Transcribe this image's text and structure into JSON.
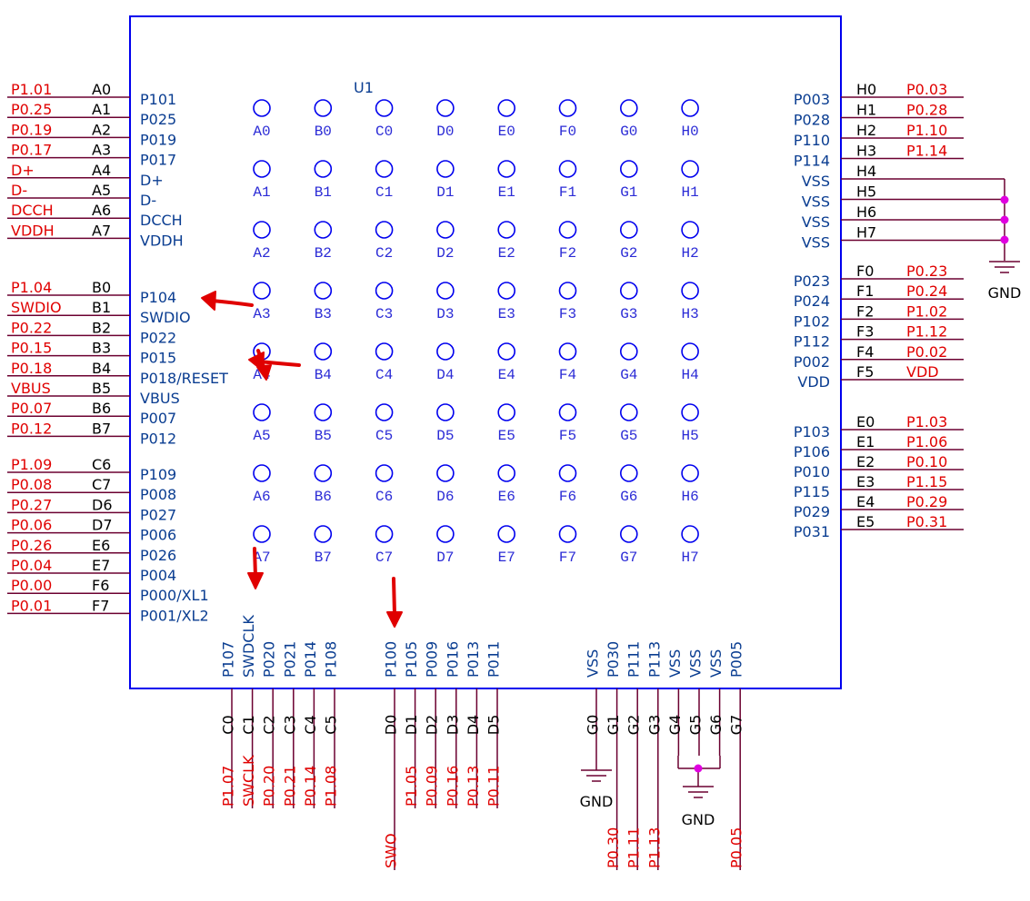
{
  "part": {
    "ref": "U1",
    "body_color": "#0000ee"
  },
  "colors": {
    "net": "#e00000",
    "wire": "#6b0030",
    "pin_text": "#000000",
    "symbol_text": "#0a3d91",
    "grid_text": "#2b2bd6",
    "junction": "#e000e0",
    "annotation": "#e00000"
  },
  "grid": {
    "columns": [
      "A",
      "B",
      "C",
      "D",
      "E",
      "F",
      "G",
      "H"
    ],
    "rows": [
      "0",
      "1",
      "2",
      "3",
      "4",
      "5",
      "6",
      "7"
    ]
  },
  "left_pins": [
    {
      "net": "P1.01",
      "pin": "A0",
      "sym": "P101"
    },
    {
      "net": "P0.25",
      "pin": "A1",
      "sym": "P025"
    },
    {
      "net": "P0.19",
      "pin": "A2",
      "sym": "P019"
    },
    {
      "net": "P0.17",
      "pin": "A3",
      "sym": "P017"
    },
    {
      "net": "D+",
      "pin": "A4",
      "sym": "D+"
    },
    {
      "net": "D-",
      "pin": "A5",
      "sym": "D-"
    },
    {
      "net": "DCCH",
      "pin": "A6",
      "sym": "DCCH"
    },
    {
      "net": "VDDH",
      "pin": "A7",
      "sym": "VDDH"
    },
    {
      "net": "P1.04",
      "pin": "B0",
      "sym": "P104"
    },
    {
      "net": "SWDIO",
      "pin": "B1",
      "sym": "SWDIO"
    },
    {
      "net": "P0.22",
      "pin": "B2",
      "sym": "P022"
    },
    {
      "net": "P0.15",
      "pin": "B3",
      "sym": "P015"
    },
    {
      "net": "P0.18",
      "pin": "B4",
      "sym": "P018/RESET"
    },
    {
      "net": "VBUS",
      "pin": "B5",
      "sym": "VBUS"
    },
    {
      "net": "P0.07",
      "pin": "B6",
      "sym": "P007"
    },
    {
      "net": "P0.12",
      "pin": "B7",
      "sym": "P012"
    },
    {
      "net": "P1.09",
      "pin": "C6",
      "sym": "P109"
    },
    {
      "net": "P0.08",
      "pin": "C7",
      "sym": "P008"
    },
    {
      "net": "P0.27",
      "pin": "D6",
      "sym": "P027"
    },
    {
      "net": "P0.06",
      "pin": "D7",
      "sym": "P006"
    },
    {
      "net": "P0.26",
      "pin": "E6",
      "sym": "P026"
    },
    {
      "net": "P0.04",
      "pin": "E7",
      "sym": "P004"
    },
    {
      "net": "P0.00",
      "pin": "F6",
      "sym": "P000/XL1"
    },
    {
      "net": "P0.01",
      "pin": "F7",
      "sym": "P001/XL2"
    }
  ],
  "right_pins": [
    {
      "net": "P0.03",
      "pin": "H0",
      "sym": "P003"
    },
    {
      "net": "P0.28",
      "pin": "H1",
      "sym": "P028"
    },
    {
      "net": "P1.10",
      "pin": "H2",
      "sym": "P110"
    },
    {
      "net": "P1.14",
      "pin": "H3",
      "sym": "P114"
    },
    {
      "net": "",
      "pin": "H4",
      "sym": "VSS"
    },
    {
      "net": "",
      "pin": "H5",
      "sym": "VSS"
    },
    {
      "net": "",
      "pin": "H6",
      "sym": "VSS"
    },
    {
      "net": "",
      "pin": "H7",
      "sym": "VSS"
    },
    {
      "net": "P0.23",
      "pin": "F0",
      "sym": "P023"
    },
    {
      "net": "P0.24",
      "pin": "F1",
      "sym": "P024"
    },
    {
      "net": "P1.02",
      "pin": "F2",
      "sym": "P102"
    },
    {
      "net": "P1.12",
      "pin": "F3",
      "sym": "P112"
    },
    {
      "net": "P0.02",
      "pin": "F4",
      "sym": "P002"
    },
    {
      "net": "VDD",
      "pin": "F5",
      "sym": "VDD"
    },
    {
      "net": "P1.03",
      "pin": "E0",
      "sym": "P103"
    },
    {
      "net": "P1.06",
      "pin": "E1",
      "sym": "P106"
    },
    {
      "net": "P0.10",
      "pin": "E2",
      "sym": "P010"
    },
    {
      "net": "P1.15",
      "pin": "E3",
      "sym": "P115"
    },
    {
      "net": "P0.29",
      "pin": "E4",
      "sym": "P029"
    },
    {
      "net": "P0.31",
      "pin": "E5",
      "sym": "P031"
    }
  ],
  "bottom_pins": [
    {
      "net": "P1.07",
      "pin": "C0",
      "sym": "P107"
    },
    {
      "net": "SWCLK",
      "pin": "C1",
      "sym": "SWDCLK"
    },
    {
      "net": "P0.20",
      "pin": "C2",
      "sym": "P020"
    },
    {
      "net": "P0.21",
      "pin": "C3",
      "sym": "P021"
    },
    {
      "net": "P0.14",
      "pin": "C4",
      "sym": "P014"
    },
    {
      "net": "P1.08",
      "pin": "C5",
      "sym": "P108"
    },
    {
      "net": "SWO",
      "pin": "D0",
      "sym": "P100"
    },
    {
      "net": "P1.05",
      "pin": "D1",
      "sym": "P105"
    },
    {
      "net": "P0.09",
      "pin": "D2",
      "sym": "P009"
    },
    {
      "net": "P0.16",
      "pin": "D3",
      "sym": "P016"
    },
    {
      "net": "P0.13",
      "pin": "D4",
      "sym": "P013"
    },
    {
      "net": "P0.11",
      "pin": "D5",
      "sym": "P011"
    },
    {
      "net": "",
      "pin": "G0",
      "sym": "VSS"
    },
    {
      "net": "P0.30",
      "pin": "G1",
      "sym": "P030"
    },
    {
      "net": "P1.11",
      "pin": "G2",
      "sym": "P111"
    },
    {
      "net": "P1.13",
      "pin": "G3",
      "sym": "P113"
    },
    {
      "net": "",
      "pin": "G4",
      "sym": "VSS"
    },
    {
      "net": "",
      "pin": "G5",
      "sym": "VSS"
    },
    {
      "net": "",
      "pin": "G6",
      "sym": "VSS"
    },
    {
      "net": "P0.05",
      "pin": "G7",
      "sym": "P005"
    }
  ],
  "gnd_label": "GND"
}
